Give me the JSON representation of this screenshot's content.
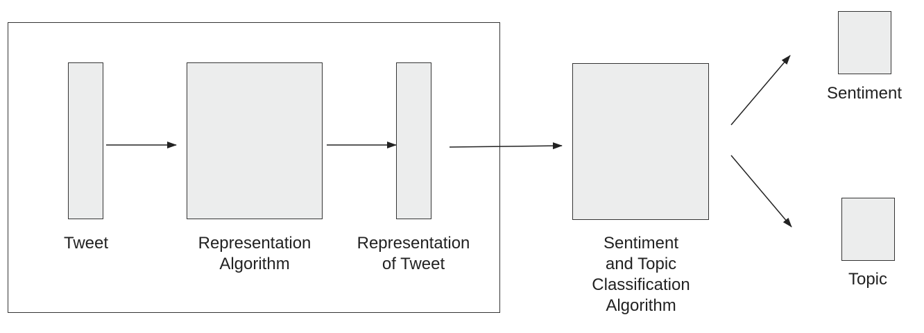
{
  "diagram": {
    "nodes": [
      {
        "id": "tweet",
        "label": "Tweet"
      },
      {
        "id": "representation-algorithm",
        "label": "Representation\nAlgorithm"
      },
      {
        "id": "representation-of-tweet",
        "label": "Representation\nof Tweet"
      },
      {
        "id": "classification-algorithm",
        "label": "Sentiment\nand Topic\nClassification\nAlgorithm"
      },
      {
        "id": "sentiment",
        "label": "Sentiment"
      },
      {
        "id": "topic",
        "label": "Topic"
      }
    ],
    "edges": [
      {
        "from": "tweet",
        "to": "representation-algorithm"
      },
      {
        "from": "representation-algorithm",
        "to": "representation-of-tweet"
      },
      {
        "from": "representation-of-tweet",
        "to": "classification-algorithm"
      },
      {
        "from": "classification-algorithm",
        "to": "sentiment"
      },
      {
        "from": "classification-algorithm",
        "to": "topic"
      }
    ],
    "colors": {
      "box_fill": "#eceded",
      "stroke": "#333333",
      "text": "#222222"
    }
  }
}
